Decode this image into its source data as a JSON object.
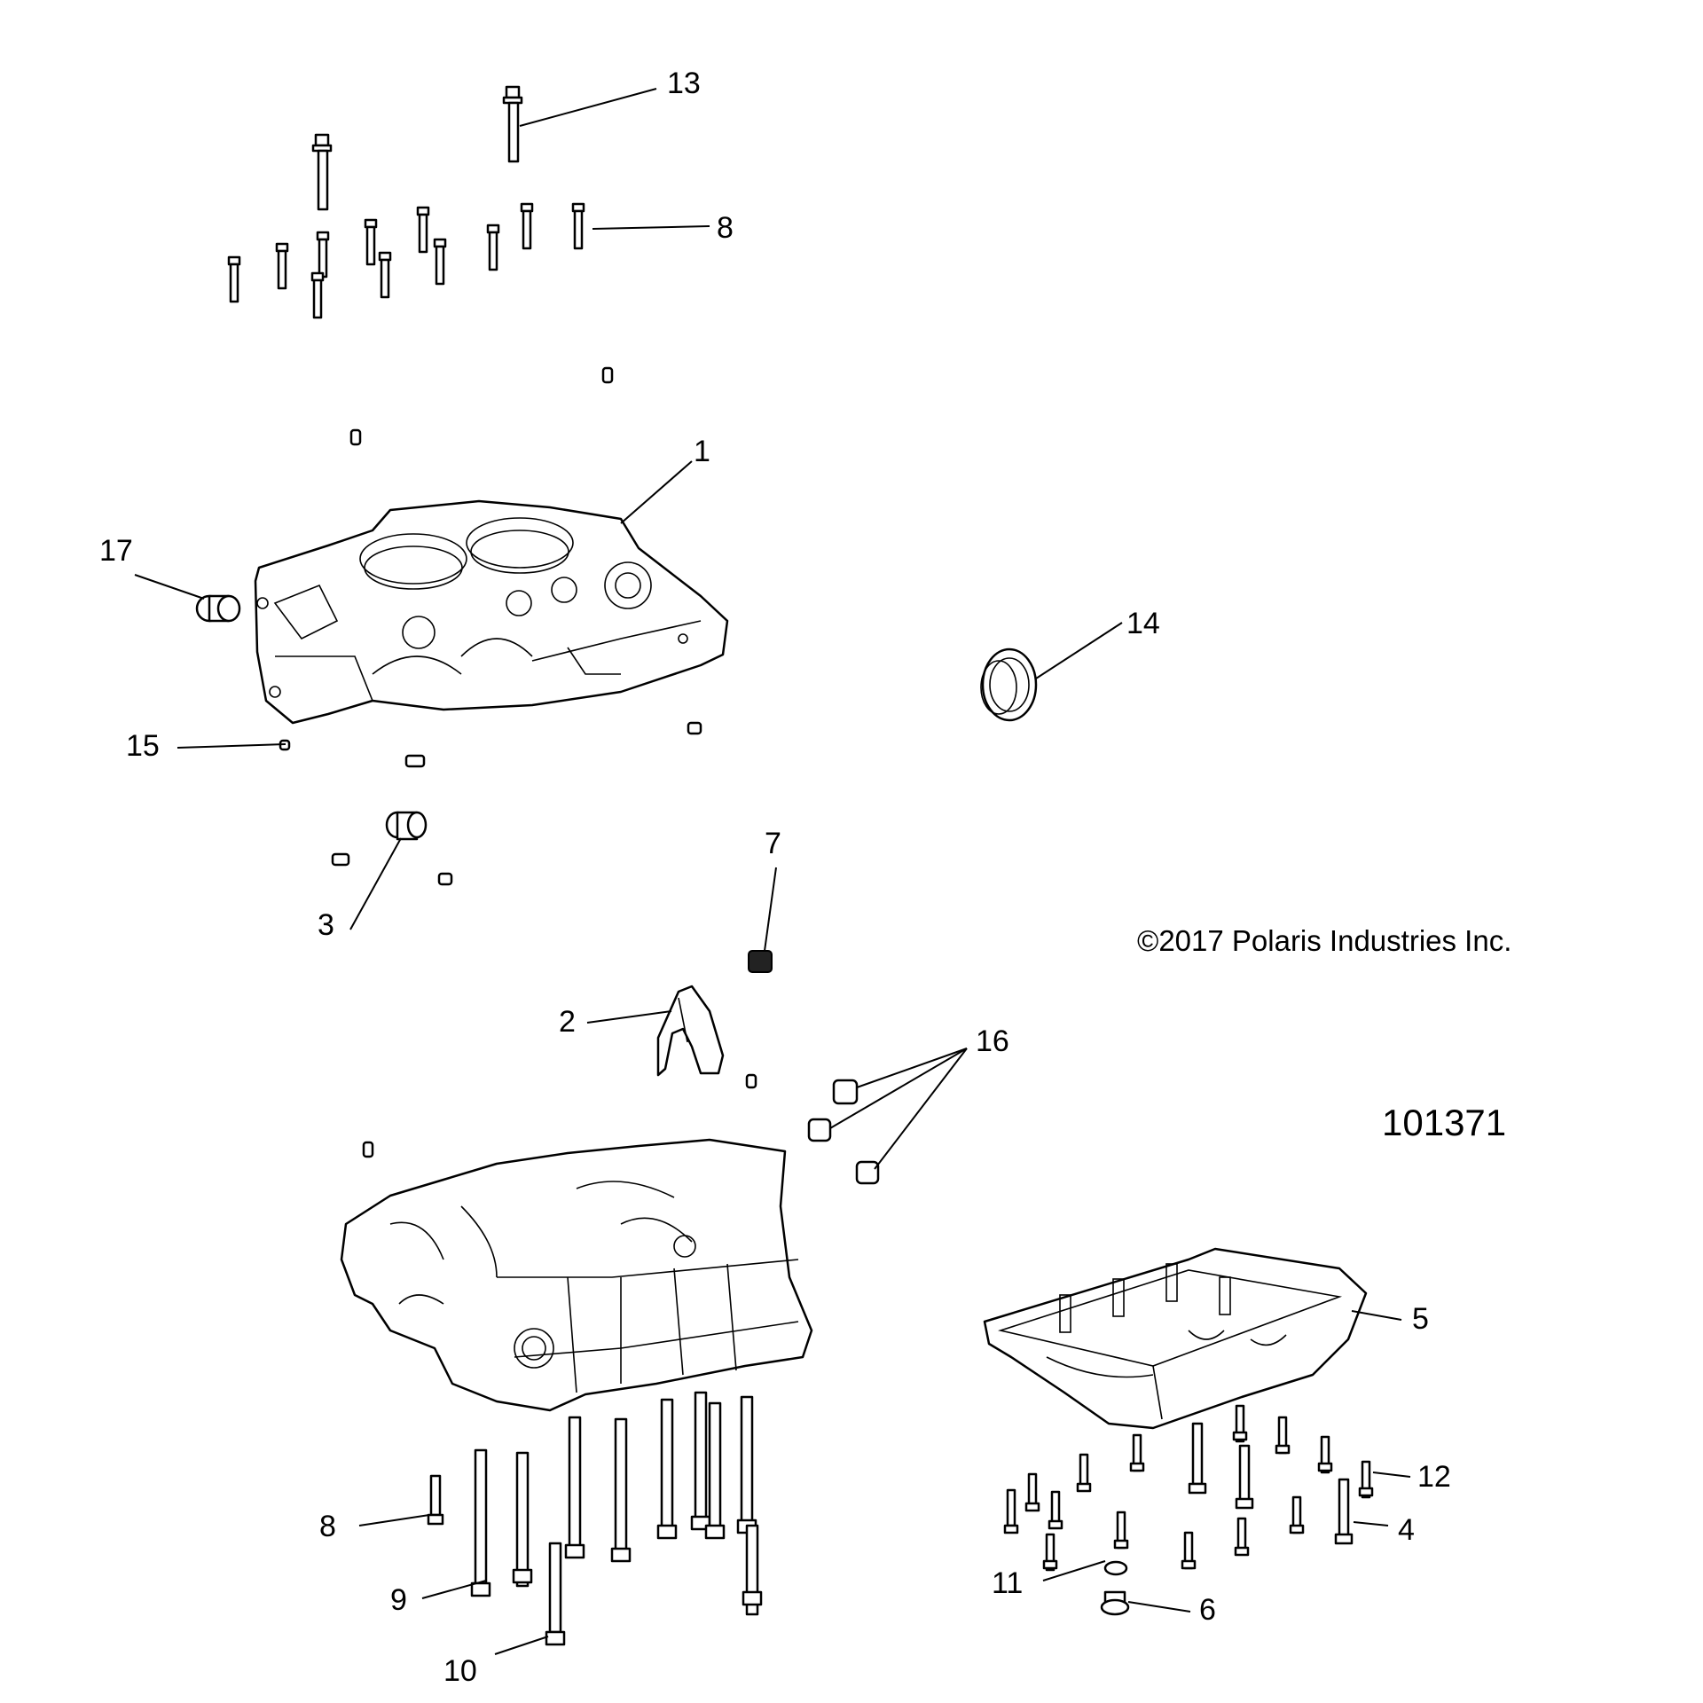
{
  "diagram": {
    "copyright": "©2017 Polaris Industries Inc.",
    "figure_number": "101371",
    "callouts": [
      "1",
      "2",
      "3",
      "4",
      "5",
      "6",
      "7",
      "8",
      "8",
      "9",
      "10",
      "11",
      "12",
      "13",
      "14",
      "15",
      "16",
      "17"
    ]
  }
}
